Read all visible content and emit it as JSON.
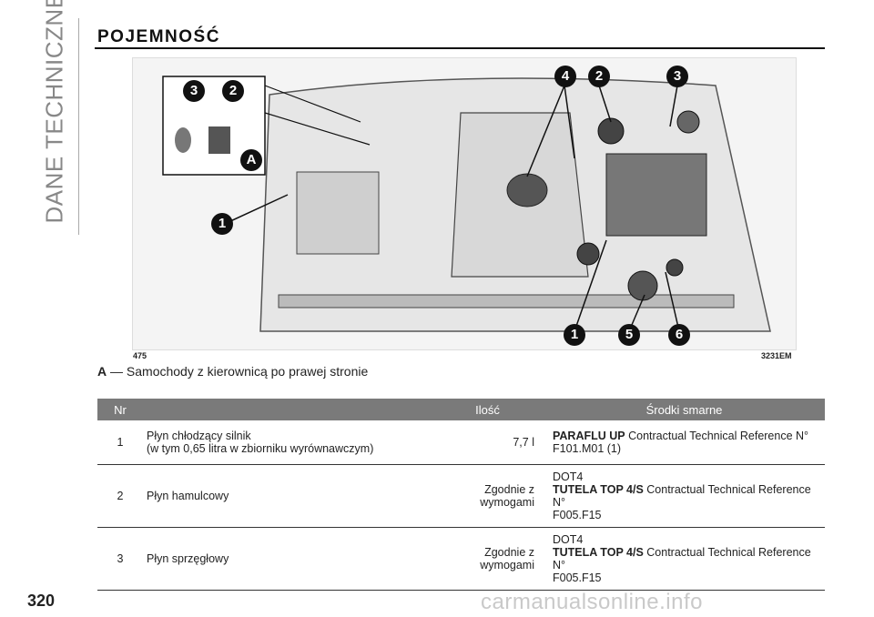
{
  "sidebar": {
    "section": "DANE TECHNICZNE"
  },
  "page_title": "POJEMNOŚĆ",
  "figure": {
    "number": "475",
    "code": "3231EM",
    "callouts_left": [
      "3",
      "2",
      "A",
      "1"
    ],
    "callouts_right": [
      "4",
      "2",
      "3",
      "1",
      "5",
      "6"
    ]
  },
  "caption": {
    "label": "A",
    "text": " — Samochody z kierownicą po prawej stronie"
  },
  "table": {
    "headers": [
      "Nr",
      "",
      "Ilość",
      "Środki smarne"
    ],
    "rows": [
      {
        "nr": "1",
        "name_line1": "Płyn chłodzący silnik",
        "name_line2": "(w tym 0,65 litra w zbiorniku wyrównawczym)",
        "qty_line1": "7,7 l",
        "qty_line2": "",
        "fluid_pre": "",
        "fluid_brand": "PARAFLU UP",
        "fluid_text": " Contractual Technical Reference N°",
        "fluid_code": "F101.M01 (1)"
      },
      {
        "nr": "2",
        "name_line1": "Płyn hamulcowy",
        "name_line2": "",
        "qty_line1": "Zgodnie z",
        "qty_line2": "wymogami",
        "fluid_pre": "DOT4",
        "fluid_brand": "TUTELA TOP 4/S",
        "fluid_text": " Contractual Technical Reference N°",
        "fluid_code": "F005.F15"
      },
      {
        "nr": "3",
        "name_line1": "Płyn sprzęgłowy",
        "name_line2": "",
        "qty_line1": "Zgodnie z",
        "qty_line2": "wymogami",
        "fluid_pre": "DOT4",
        "fluid_brand": "TUTELA TOP 4/S",
        "fluid_text": " Contractual Technical Reference N°",
        "fluid_code": "F005.F15"
      }
    ]
  },
  "page_number": "320",
  "watermark": "carmanualsonline.info"
}
